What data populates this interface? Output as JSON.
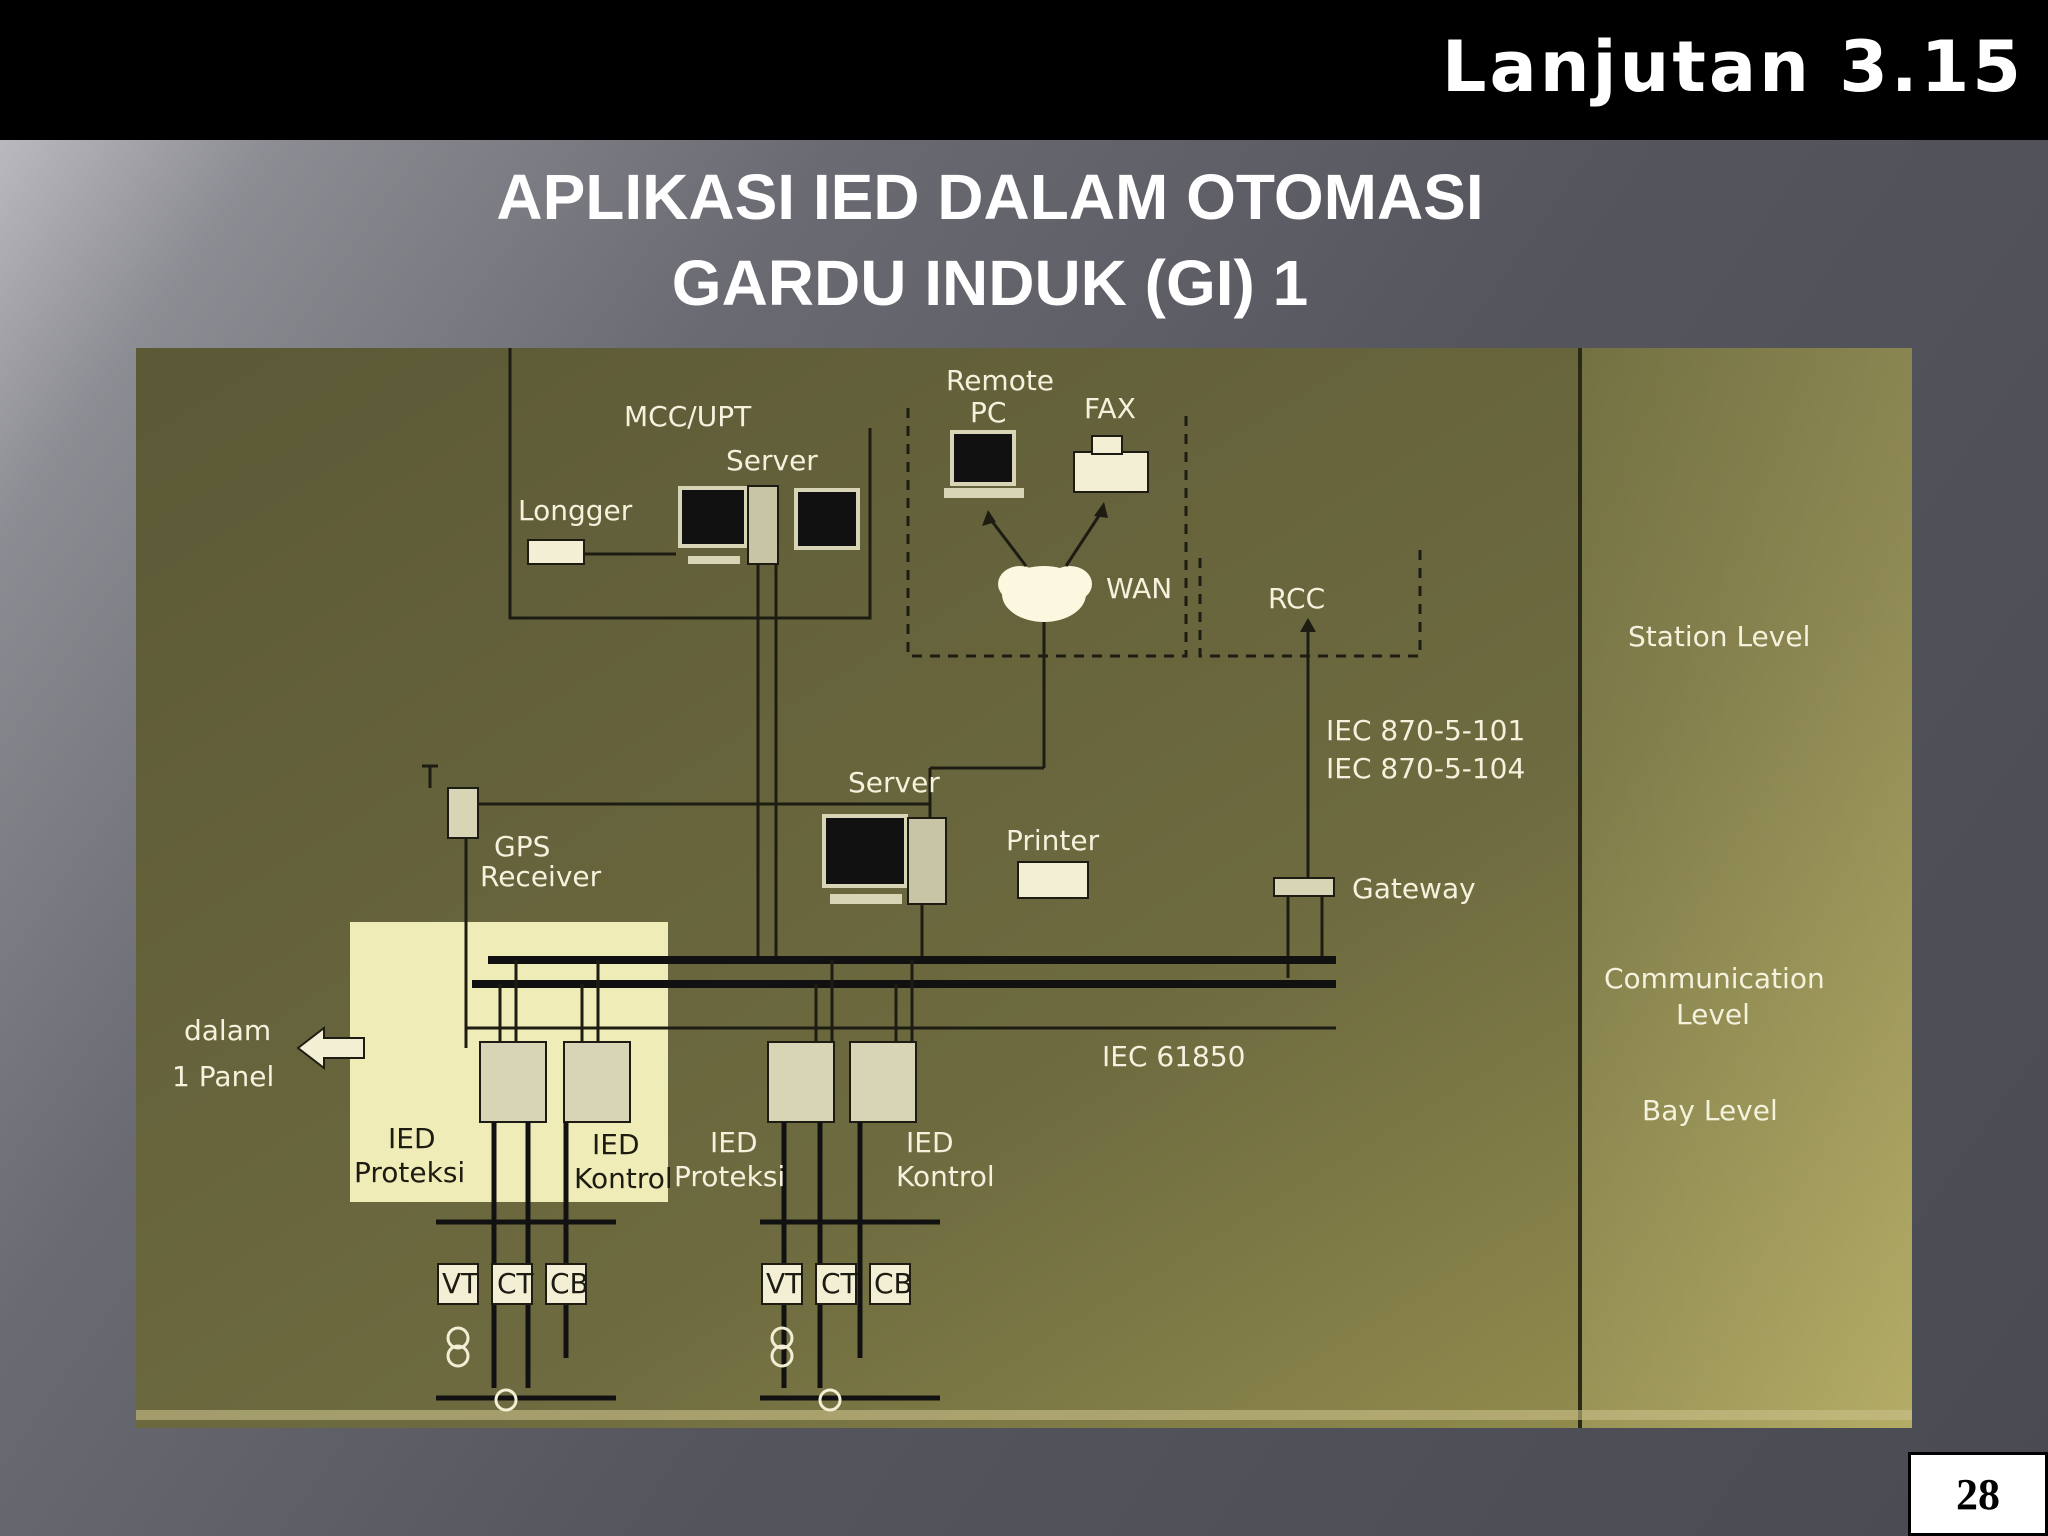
{
  "header": {
    "section": "Lanjutan 3.15"
  },
  "title": {
    "line1": "APLIKASI IED DALAM OTOMASI",
    "line2": "GARDU INDUK (GI) 1"
  },
  "page_number": "28",
  "diagram": {
    "mcc_upt": "MCC/UPT",
    "server_top": "Server",
    "longger": "Longger",
    "remote_pc_1": "Remote",
    "remote_pc_2": "PC",
    "fax": "FAX",
    "wan": "WAN",
    "rcc": "RCC",
    "iec_101": "IEC 870-5-101",
    "iec_104": "IEC 870-5-104",
    "station_level": "Station Level",
    "server_mid": "Server",
    "printer": "Printer",
    "gps_1": "GPS",
    "gps_2": "Receiver",
    "gateway": "Gateway",
    "comm_level_1": "Communication",
    "comm_level_2": "Level",
    "iec_61850": "IEC 61850",
    "bay_level": "Bay Level",
    "dalam_1": "dalam",
    "dalam_2": "1 Panel",
    "ied_proteksi_a1": "IED",
    "ied_proteksi_a2": "Proteksi",
    "ied_kontrol_a1": "IED",
    "ied_kontrol_a2": "Kontrol",
    "ied_proteksi_b1": "IED",
    "ied_proteksi_b2": "Proteksi",
    "ied_kontrol_b1": "IED",
    "ied_kontrol_b2": "Kontrol",
    "vt": "VT",
    "ct": "CT",
    "cb": "CB"
  }
}
